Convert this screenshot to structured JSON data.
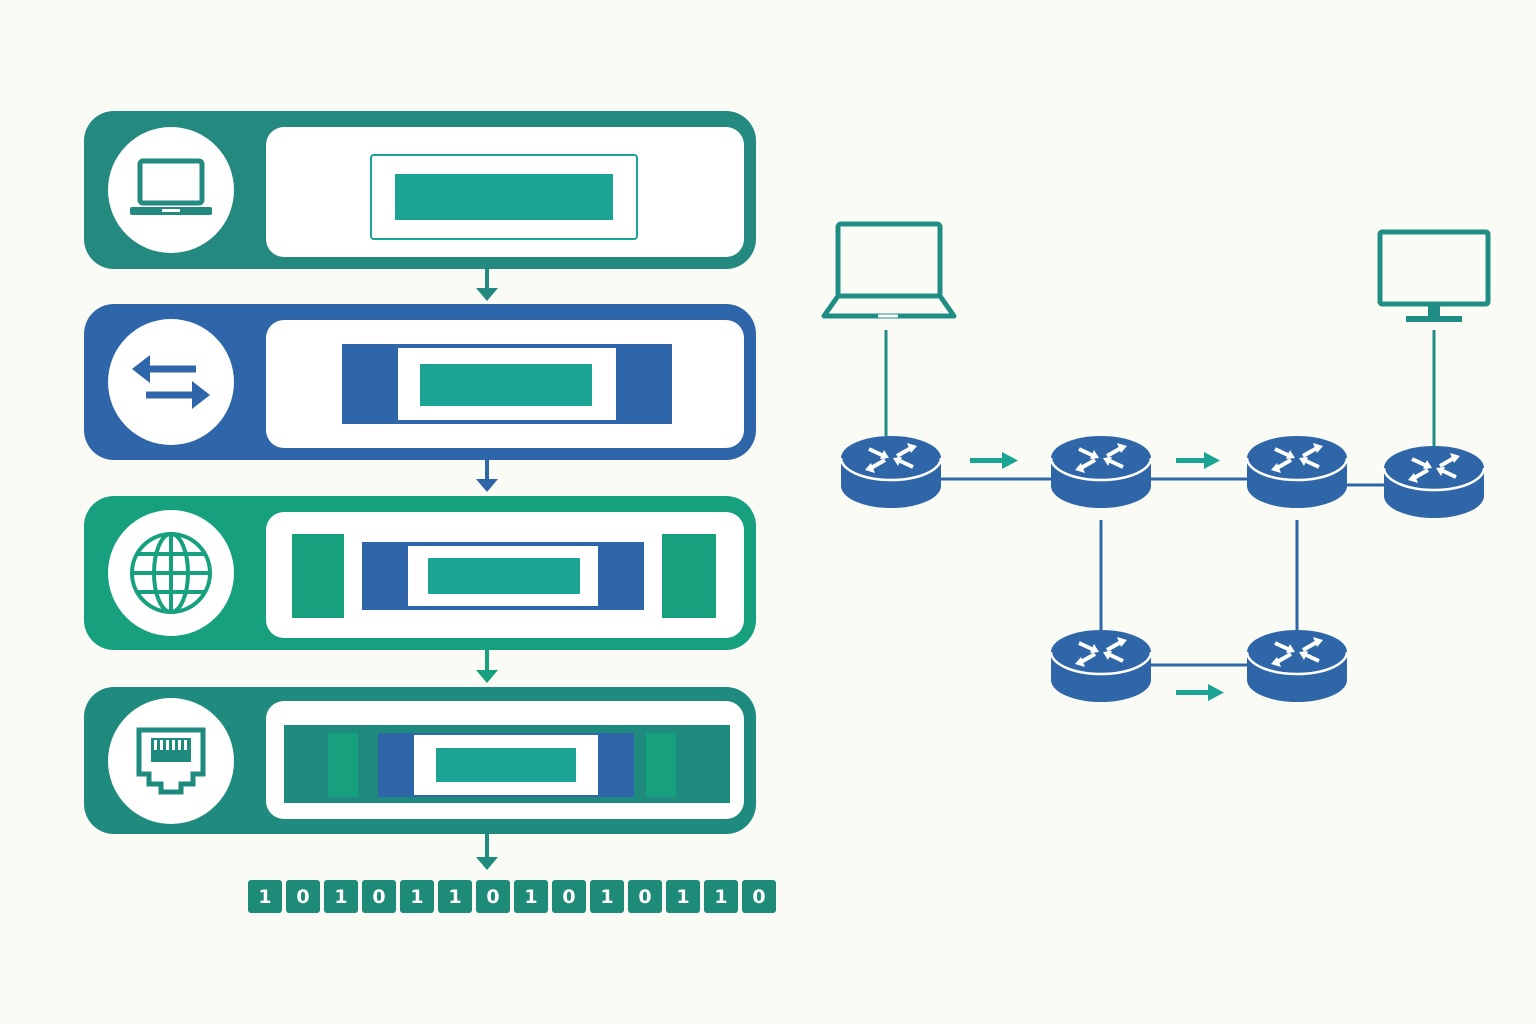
{
  "bits": [
    "1",
    "0",
    "1",
    "0",
    "1",
    "1",
    "0",
    "1",
    "0",
    "1",
    "0",
    "1",
    "1",
    "0"
  ],
  "colors": {
    "teal": "#1f8d84",
    "blue": "#2e66a8",
    "green": "#17a586",
    "accent_teal": "#1ba394",
    "background": "#fbfbf6"
  },
  "layers": [
    {
      "icon": "laptop-icon",
      "color": "#24897f"
    },
    {
      "icon": "two-way-arrows-icon",
      "color": "#2f66a9"
    },
    {
      "icon": "globe-icon",
      "color": "#16a07e"
    },
    {
      "icon": "ethernet-port-icon",
      "color": "#1f8a7e"
    }
  ],
  "network": {
    "endpoints": [
      "laptop-icon",
      "monitor-icon"
    ],
    "router_icon": "router-icon",
    "router_count": 6
  }
}
